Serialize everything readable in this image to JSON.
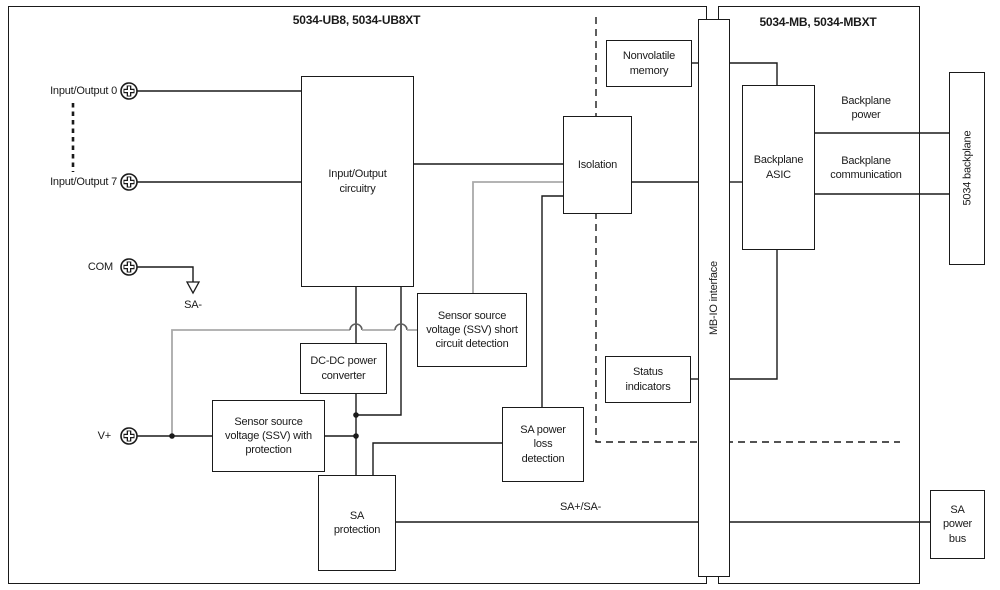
{
  "diagram": {
    "left_module_title": "5034-UB8, 5034-UB8XT",
    "right_module_title": "5034-MB, 5034-MBXT",
    "terminals": {
      "io0": "Input/Output 0",
      "io7": "Input/Output 7",
      "com": "COM",
      "vplus": "V+"
    },
    "blocks": {
      "io_circuitry": "Input/Output\ncircuitry",
      "isolation": "Isolation",
      "nonvolatile_memory": "Nonvolatile\nmemory",
      "backplane_asic": "Backplane\nASIC",
      "mbio_interface": "MB-IO interface",
      "status_indicators": "Status\nindicators",
      "ssv_short_circuit": "Sensor source\nvoltage (SSV) short\ncircuit detection",
      "dcdc_converter": "DC-DC power\nconverter",
      "ssv_with_protection": "Sensor source\nvoltage (SSV) with\nprotection",
      "sa_power_loss": "SA power\nloss\ndetection",
      "sa_protection": "SA\nprotection",
      "backplane_5034": "5034 backplane",
      "sa_power_bus": "SA\npower\nbus"
    },
    "labels": {
      "sa_minus": "SA-",
      "backplane_power": "Backplane\npower",
      "backplane_communication": "Backplane\ncommunication",
      "sa_plus_minus": "SA+/SA-"
    },
    "colors": {
      "line": "#1a1a1a",
      "secondary_line": "#a9a9a9",
      "hop_arc": "#5f5f5f",
      "background": "#ffffff"
    }
  }
}
